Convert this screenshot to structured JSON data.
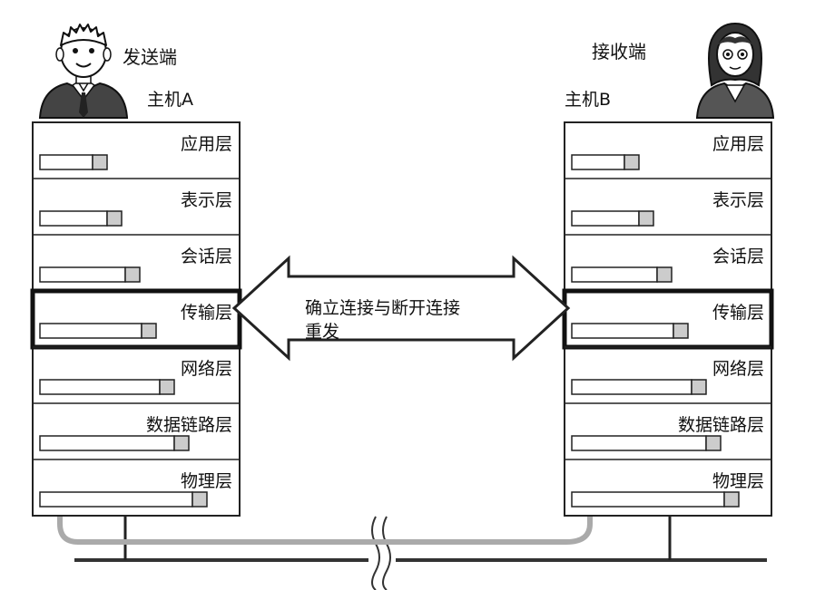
{
  "sender": {
    "role_label": "发送端",
    "host_label": "主机A"
  },
  "receiver": {
    "role_label": "接收端",
    "host_label": "主机B"
  },
  "layers": [
    "应用层",
    "表示层",
    "会话层",
    "传输层",
    "网络层",
    "数据链路层",
    "物理层"
  ],
  "highlighted_layer": "传输层",
  "arrow_text": {
    "line1": "确立连接与断开连接",
    "line2": "重发"
  },
  "colors": {
    "border": "#222222",
    "flow": "#aaaaaa",
    "header": "#cccccc",
    "packet": "#ffffff"
  }
}
